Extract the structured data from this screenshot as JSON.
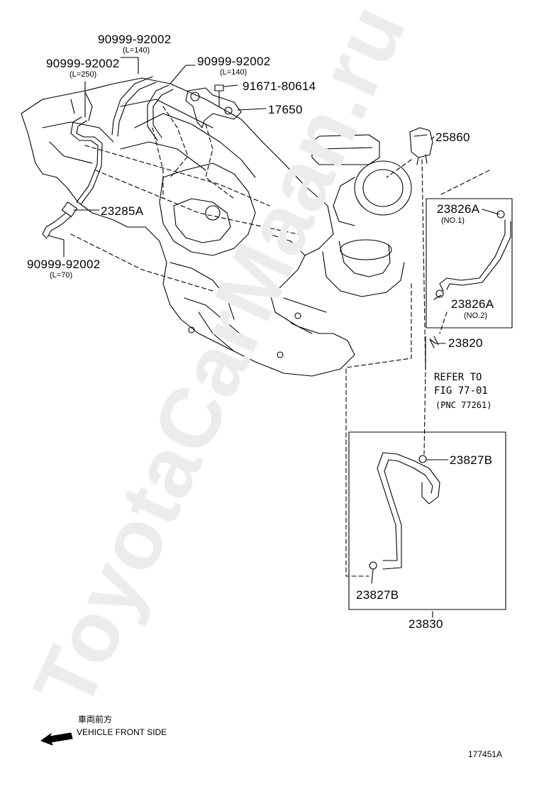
{
  "watermark": "ToyotaCarMaan.ru",
  "parts": {
    "hose_l250": {
      "number": "90999-92002",
      "length": "(L=250)"
    },
    "hose_l140_a": {
      "number": "90999-92002",
      "length": "(L=140)"
    },
    "hose_l140_b": {
      "number": "90999-92002",
      "length": "(L=140)"
    },
    "hose_l70": {
      "number": "90999-92002",
      "length": "(L=70)"
    },
    "bolt": {
      "number": "91671-80614"
    },
    "bracket": {
      "number": "17650"
    },
    "vsv": {
      "number": "25860"
    },
    "filter": {
      "number": "23285A"
    },
    "clamp_no1": {
      "number": "23826A",
      "note": "(NO.1)"
    },
    "clamp_no2": {
      "number": "23826A",
      "note": "(NO.2)"
    },
    "hose_sub1": {
      "number": "23820"
    },
    "clip_top": {
      "number": "23827B"
    },
    "clip_bottom": {
      "number": "23827B"
    },
    "pipe_assy": {
      "number": "23830"
    }
  },
  "refer_note": {
    "line1": "REFER TO",
    "line2": "FIG 77-01",
    "line3": "(PNC 77261)"
  },
  "direction": {
    "jp": "車両前方",
    "en": "VEHICLE FRONT SIDE"
  },
  "figure_id": "177451A"
}
